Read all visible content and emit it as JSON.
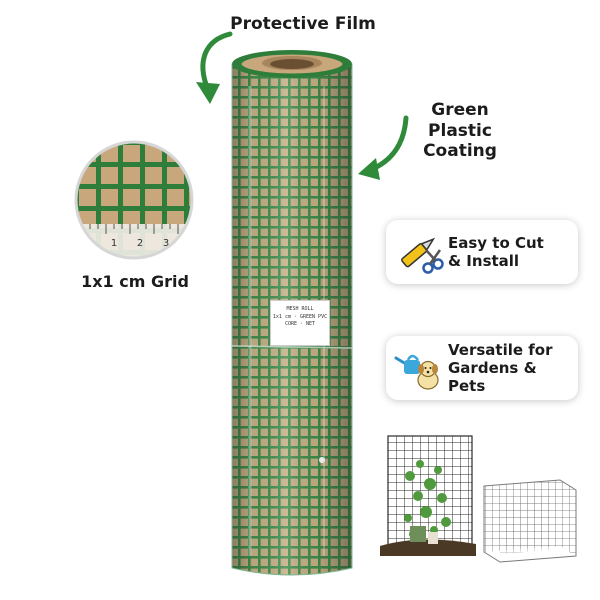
{
  "callouts": {
    "protective_film": "Protective Film",
    "coating_line1": "Green Plastic",
    "coating_line2": "Coating",
    "grid_size": "1x1 cm Grid"
  },
  "ruler": {
    "ticks": [
      "1",
      "2",
      "3"
    ]
  },
  "features": [
    {
      "line1": "Easy to Cut",
      "line2": "& Install",
      "icon": "scissors-cutter-icon"
    },
    {
      "line1": "Versatile for",
      "line2": "Gardens & Pets",
      "icon": "watering-can-dog-icon"
    }
  ],
  "product_label": {
    "line1": "MESH ROLL",
    "line2": "1x1 cm · GREEN PVC",
    "line3": "CORE · NET"
  },
  "colors": {
    "mesh_green": "#2e7d3a",
    "kraft": "#c9a77c",
    "arrow_green": "#2f8a3a"
  }
}
